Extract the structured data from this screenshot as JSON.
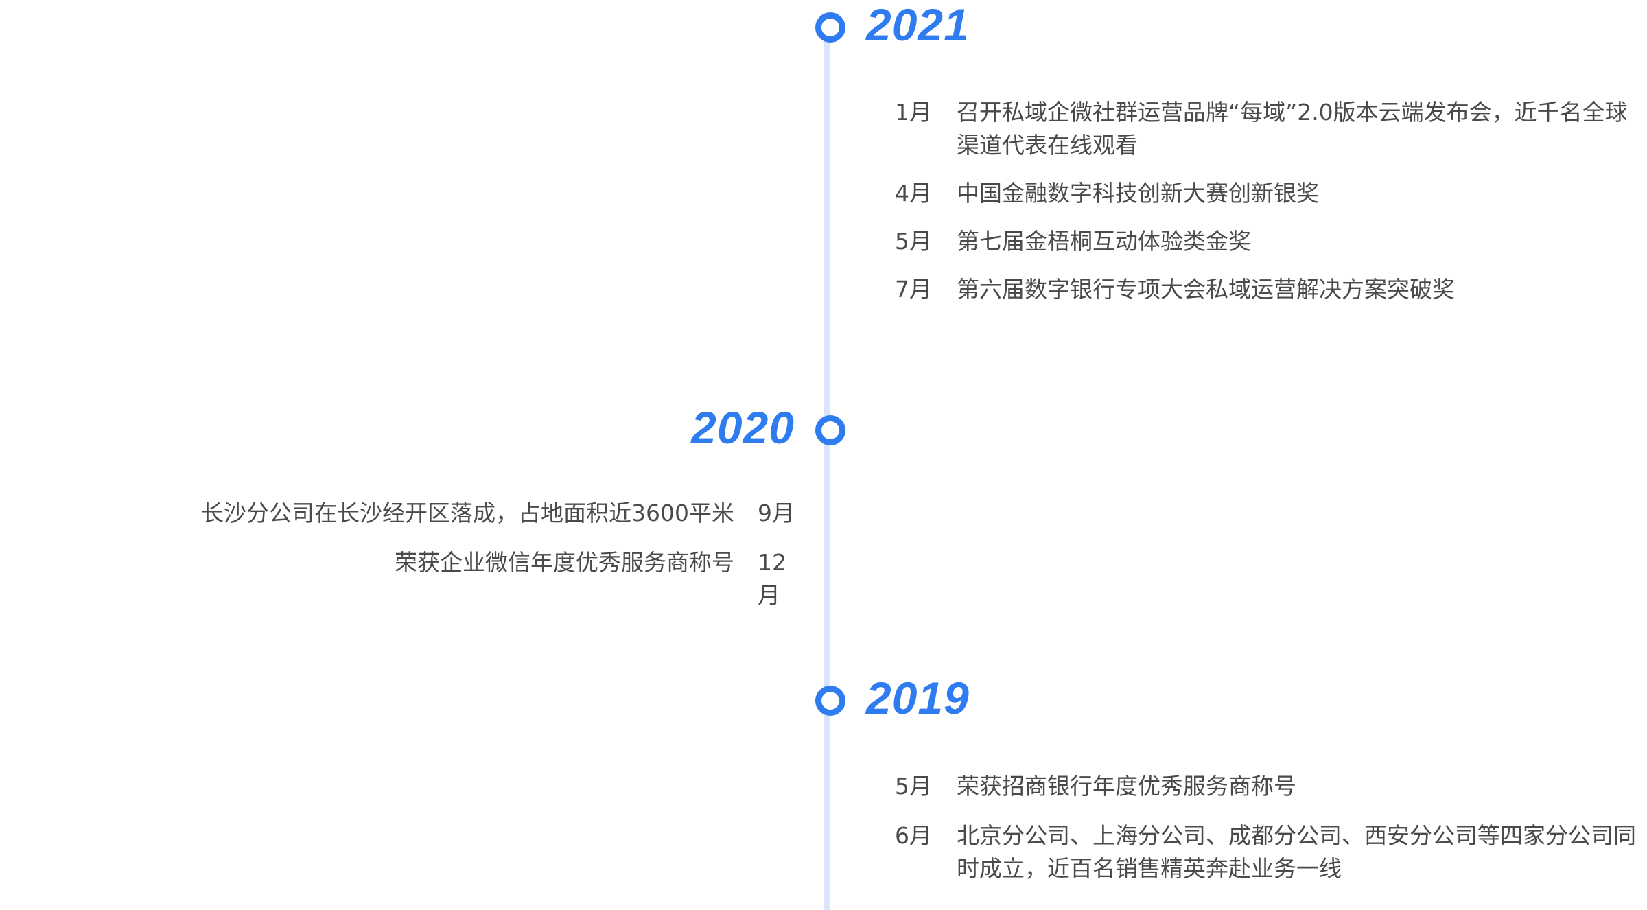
{
  "colors": {
    "accent": "#2f7bf0",
    "line": "#d9e6fb",
    "text": "#4a4a4a"
  },
  "timeline": {
    "y2021": {
      "year": "2021",
      "events": [
        {
          "month": "1月",
          "text": "召开私域企微社群运营品牌“每域”2.0版本云端发布会，近千名全球渠道代表在线观看"
        },
        {
          "month": "4月",
          "text": "中国金融数字科技创新大赛创新银奖"
        },
        {
          "month": "5月",
          "text": "第七届金梧桐互动体验类金奖"
        },
        {
          "month": "7月",
          "text": "第六届数字银行专项大会私域运营解决方案突破奖"
        }
      ]
    },
    "y2020": {
      "year": "2020",
      "events": [
        {
          "month": "9月",
          "text": "长沙分公司在长沙经开区落成，占地面积近3600平米"
        },
        {
          "month": "12月",
          "text": "荣获企业微信年度优秀服务商称号"
        }
      ]
    },
    "y2019": {
      "year": "2019",
      "events": [
        {
          "month": "5月",
          "text": "荣获招商银行年度优秀服务商称号"
        },
        {
          "month": "6月",
          "text": "北京分公司、上海分公司、成都分公司、西安分公司等四家分公司同时成立，近百名销售精英奔赴业务一线"
        }
      ]
    }
  }
}
